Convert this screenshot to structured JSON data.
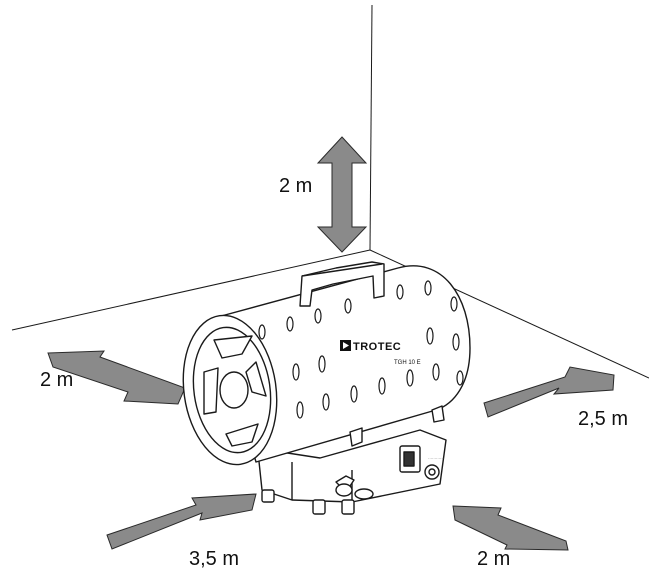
{
  "colors": {
    "arrow_fill": "#8a8a8a",
    "arrow_stroke": "#2a2a2a",
    "line": "#1a1a1a",
    "body": "#ffffff"
  },
  "distances": {
    "top": "2 m",
    "left": "2 m",
    "right": "2,5 m",
    "front_left": "3,5 m",
    "front_right": "2 m"
  },
  "device": {
    "brand": "TROTEC",
    "model": "TGH 10 E"
  }
}
